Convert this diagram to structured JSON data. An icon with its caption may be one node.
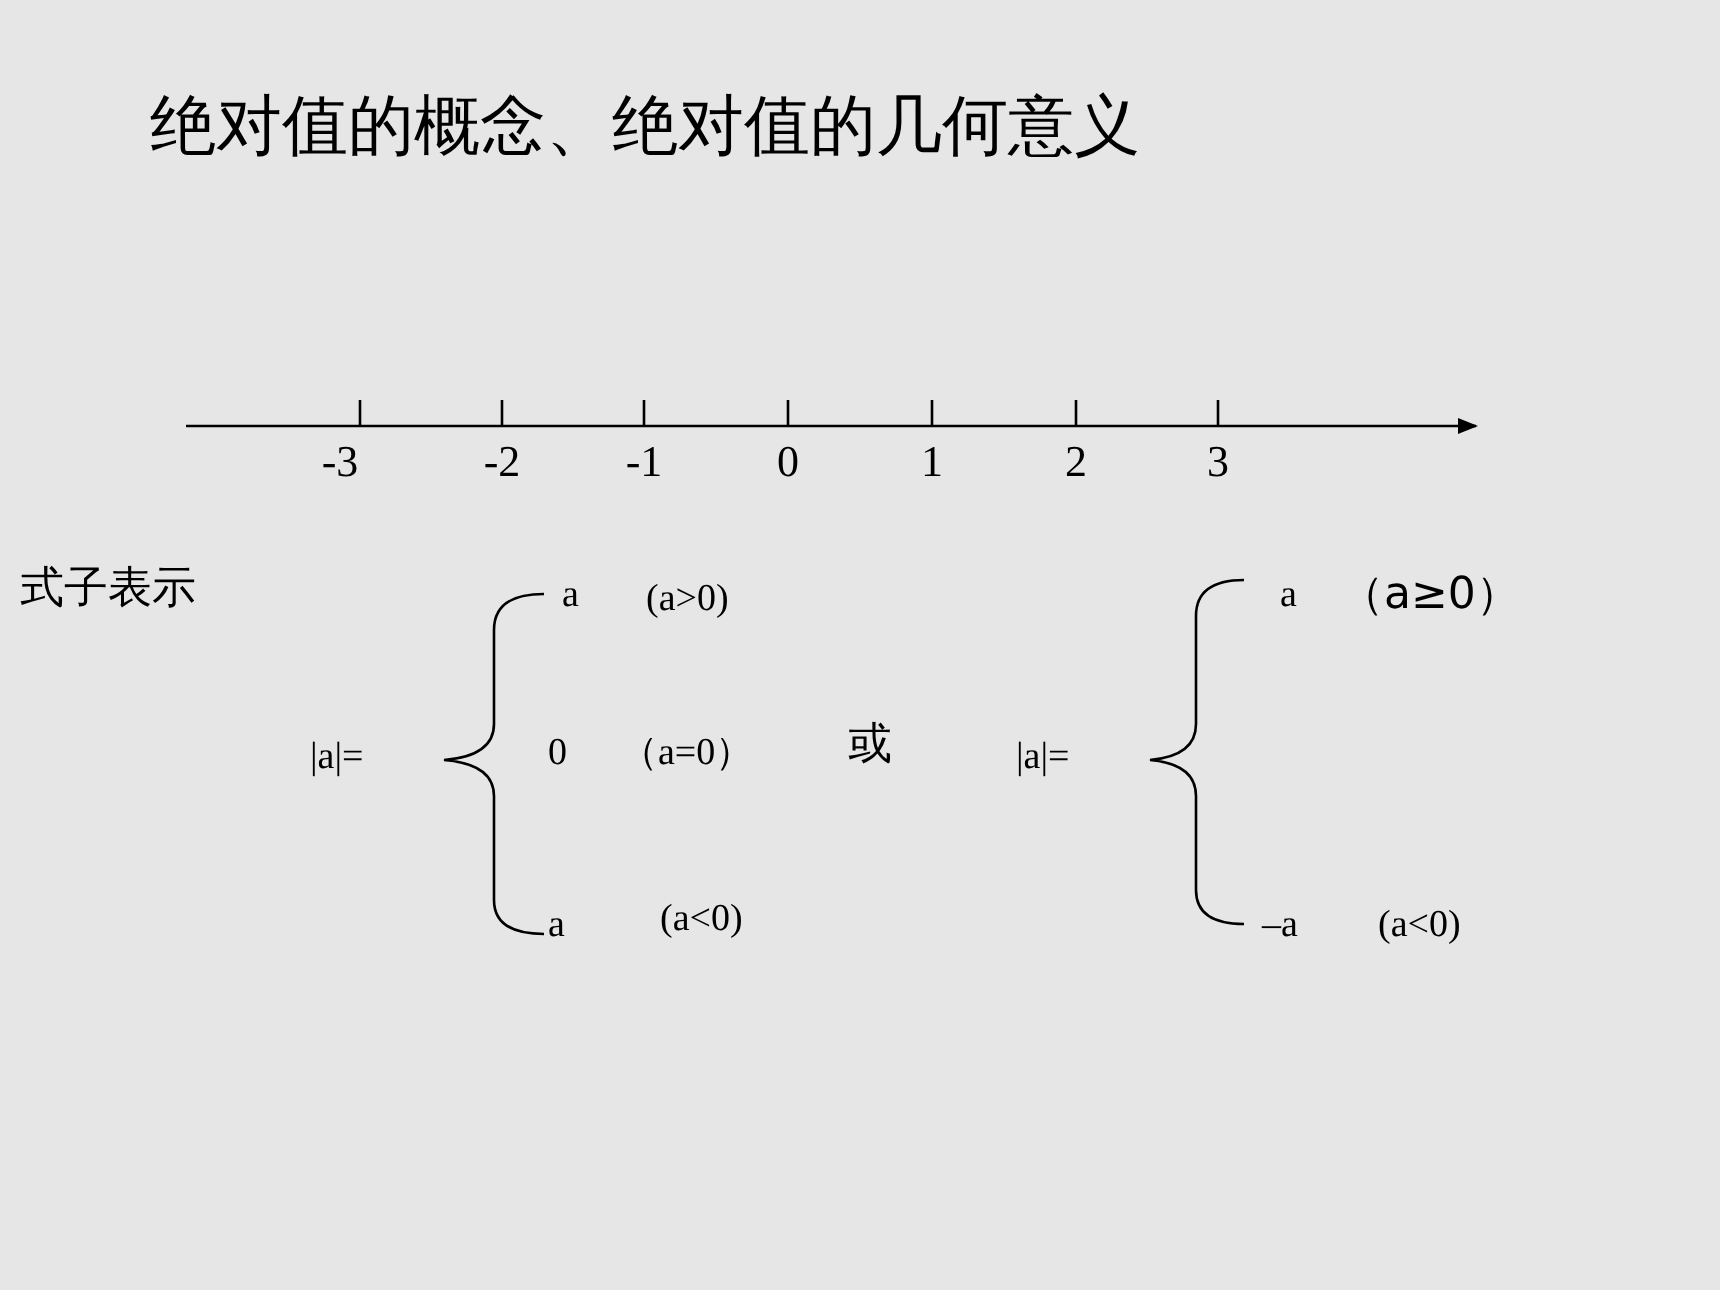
{
  "diagram": {
    "title": "绝对值的概念、绝对值的几何意义",
    "labels": [
      "-3",
      "-2",
      "-1",
      "0",
      "1",
      "2",
      "3",
      "式子表示",
      "a",
      "(a>0)",
      "a",
      "（a≥0）",
      "|a|=",
      "0",
      "（a=0）",
      "或",
      "|a|=",
      "a",
      "(a<0)",
      "–a",
      "(a<0)"
    ]
  }
}
